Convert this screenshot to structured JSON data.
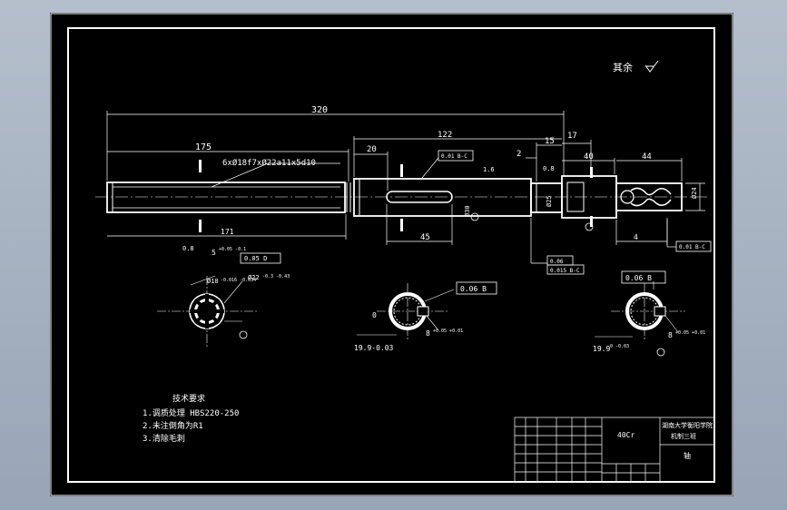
{
  "roughness_note": "其余",
  "overall_length": "320",
  "dim_175": "175",
  "dim_171": "171",
  "spline_spec": "6xØ18f7xØ22a11x5d10",
  "dim_122": "122",
  "dim_20": "20",
  "dim_2": "2",
  "dim_15": "15",
  "dim_17": "17",
  "dim_40": "40",
  "dim_44": "44",
  "dim_45": "45",
  "dim_4": "4",
  "dim_16": "1.6",
  "dim_08": "0.8",
  "fcf_top": "0.01 B-C",
  "fcf_right": "0.01 B-C",
  "fcf_mid1": "0.06",
  "fcf_mid2": "0.015 B-C",
  "diam_mid": "Ø30",
  "diam_bearing": "Ø25",
  "diam_end": "Ø24",
  "spline_sym": "0.05 D",
  "spline_dim_5": "5",
  "spline_dim_tol": "+0.05 -0.1",
  "spline_d18": "Ø18",
  "spline_d18_tol": "-0.016 -0.034",
  "spline_d22": "Ø22",
  "spline_d22_tol": "-0.3 -0.43",
  "sec2_sym": "0.06 B",
  "sec2_dim_0": "0",
  "sec2_dim_199": "19.9-0.03",
  "sec2_dim_8": "8",
  "sec2_dim_8_tol": "+0.05 +0.01",
  "sec3_sym": "0.06 B",
  "sec3_dim_199": "19.9",
  "sec3_dim_199_tol": "0 -0.03",
  "sec3_dim_8": "8",
  "sec3_dim_8_tol": "+0.05 +0.01",
  "tech_title": "技术要求",
  "tech_line1": "1.调质处理    HBS220-250",
  "tech_line2": "2.未注倒角为R1",
  "tech_line3": "3.清除毛刺",
  "tb_material": "40Cr",
  "tb_school": "湖南大学衡阳学院",
  "tb_class": "机制三班",
  "tb_part": "轴"
}
